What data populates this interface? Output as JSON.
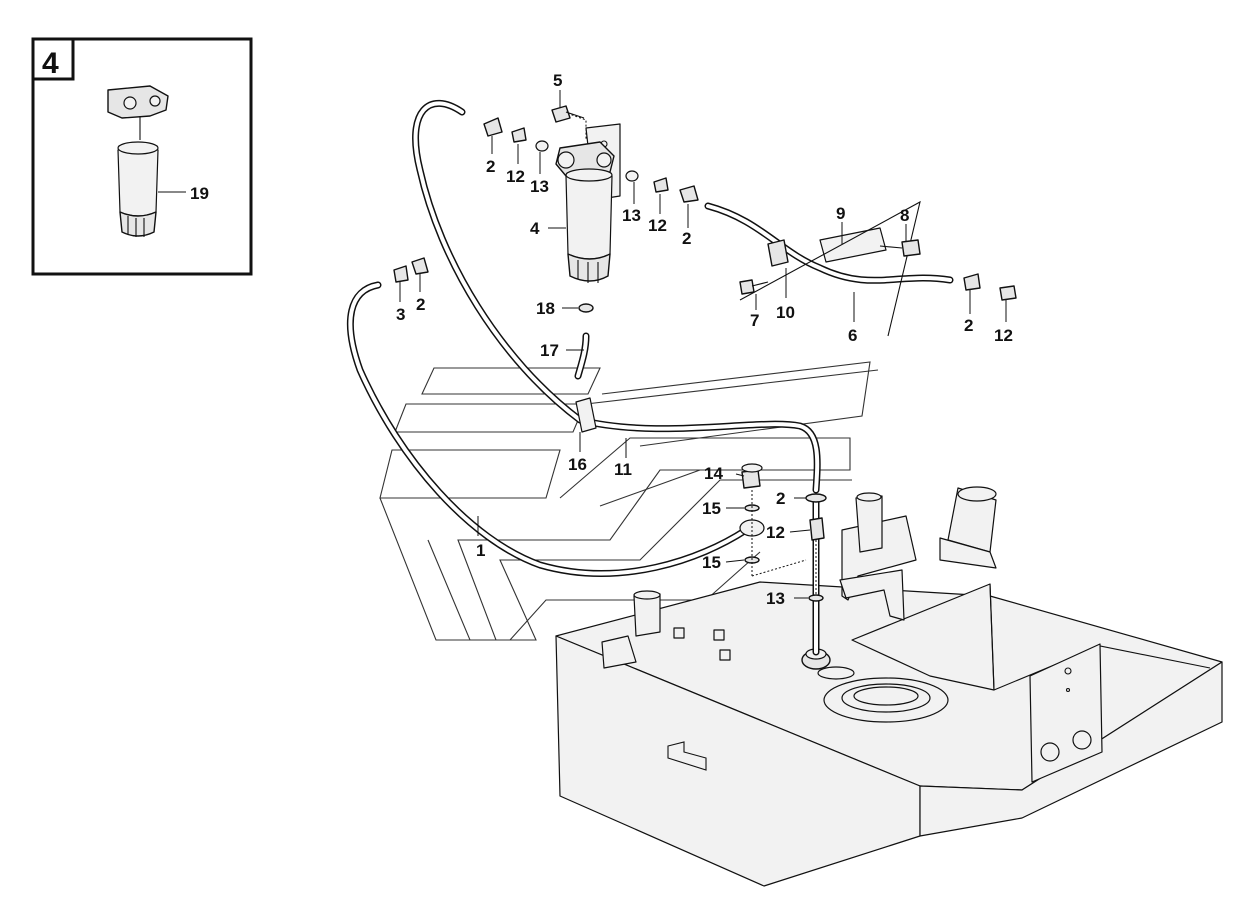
{
  "inset": {
    "label": "4"
  },
  "callouts": [
    "1",
    "2",
    "2",
    "2",
    "2",
    "2",
    "3",
    "4",
    "5",
    "6",
    "7",
    "8",
    "9",
    "10",
    "11",
    "12",
    "12",
    "12",
    "12",
    "13",
    "13",
    "13",
    "14",
    "15",
    "15",
    "16",
    "17",
    "18",
    "19"
  ]
}
